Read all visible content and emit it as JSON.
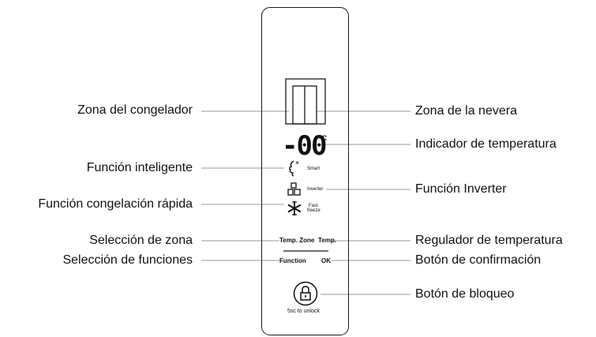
{
  "labels": {
    "freezer_zone": "Zona del congelador",
    "smart_function": "Función inteligente",
    "quick_freeze_function": "Función congelación rápida",
    "zone_select": "Selección de zona",
    "function_select": "Selección de funciones",
    "fridge_zone": "Zona de la nevera",
    "temp_indicator": "Indicador de temperatura",
    "inverter_function": "Función Inverter",
    "temp_regulator": "Regulador de temperatura",
    "confirm_button": "Botón de confirmación",
    "lock_button": "Botón de bloqueo"
  },
  "display": {
    "temperature": "-00",
    "unit": "°C",
    "smart": "Smart",
    "inverter": "Inverter",
    "fast_freeze_line1": "Fast",
    "fast_freeze_line2": "freeze"
  },
  "buttons": {
    "temp_zone": "Temp. Zone",
    "temp": "Temp.",
    "function": "Function",
    "ok": "OK",
    "unlock_hint": "5sc to unlock"
  },
  "icons": [
    "face-icon",
    "inverter-icon",
    "snowflake-icon",
    "lock-icon"
  ],
  "colors": {
    "line": "#9a9a9a",
    "panel_border": "#1a1a1a"
  }
}
